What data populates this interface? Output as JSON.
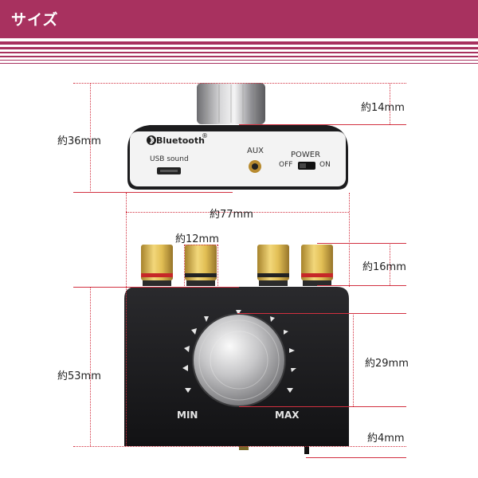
{
  "header": {
    "title": "サイズ"
  },
  "device_labels": {
    "bluetooth": "Bluetooth",
    "registered": "®",
    "usb": "USB sound",
    "aux": "AUX",
    "power": "POWER",
    "off": "OFF",
    "on": "ON",
    "min": "MIN",
    "max": "MAX"
  },
  "measurements": {
    "height_top": "約36mm",
    "knob_top": "約14mm",
    "width": "約77mm",
    "terminal_width": "約12mm",
    "terminal_height": "約16mm",
    "height_front": "約53mm",
    "knob_front": "約29mm",
    "feet": "約4mm"
  },
  "colors": {
    "accent": "#a8315f",
    "guide_line": "#d23040",
    "body": "#1b1b1d",
    "gold": "#d8b648"
  }
}
